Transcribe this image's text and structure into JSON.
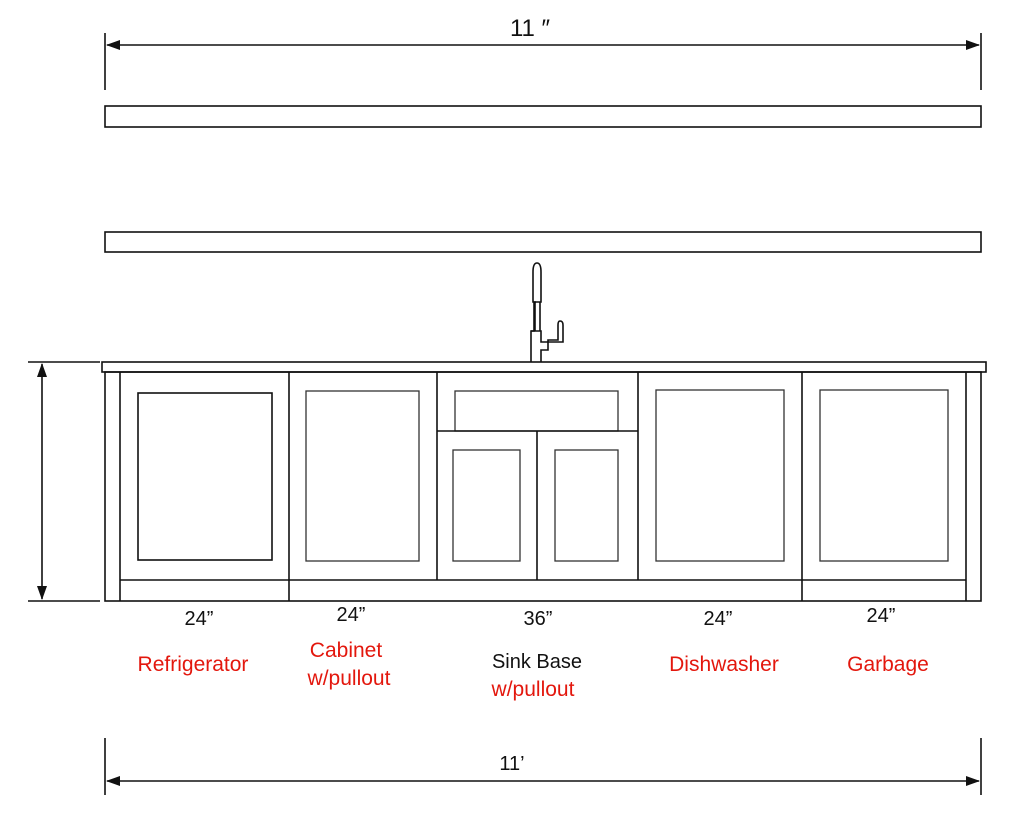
{
  "dimensions": {
    "top": "11 ″",
    "bottom": "11’"
  },
  "sections": [
    {
      "size": "24”",
      "label": [
        "Refrigerator"
      ],
      "color": "#e3170d"
    },
    {
      "size": "24”",
      "label": [
        "Cabinet",
        "w/pullout"
      ],
      "color": "#e3170d"
    },
    {
      "size": "36”",
      "label": [
        "Sink Base",
        "w/pullout"
      ],
      "color": "#111111",
      "label2_color": "#e3170d"
    },
    {
      "size": "24”",
      "label": [
        "Dishwasher"
      ],
      "color": "#e3170d"
    },
    {
      "size": "24”",
      "label": [
        "Garbage"
      ],
      "color": "#e3170d"
    }
  ]
}
